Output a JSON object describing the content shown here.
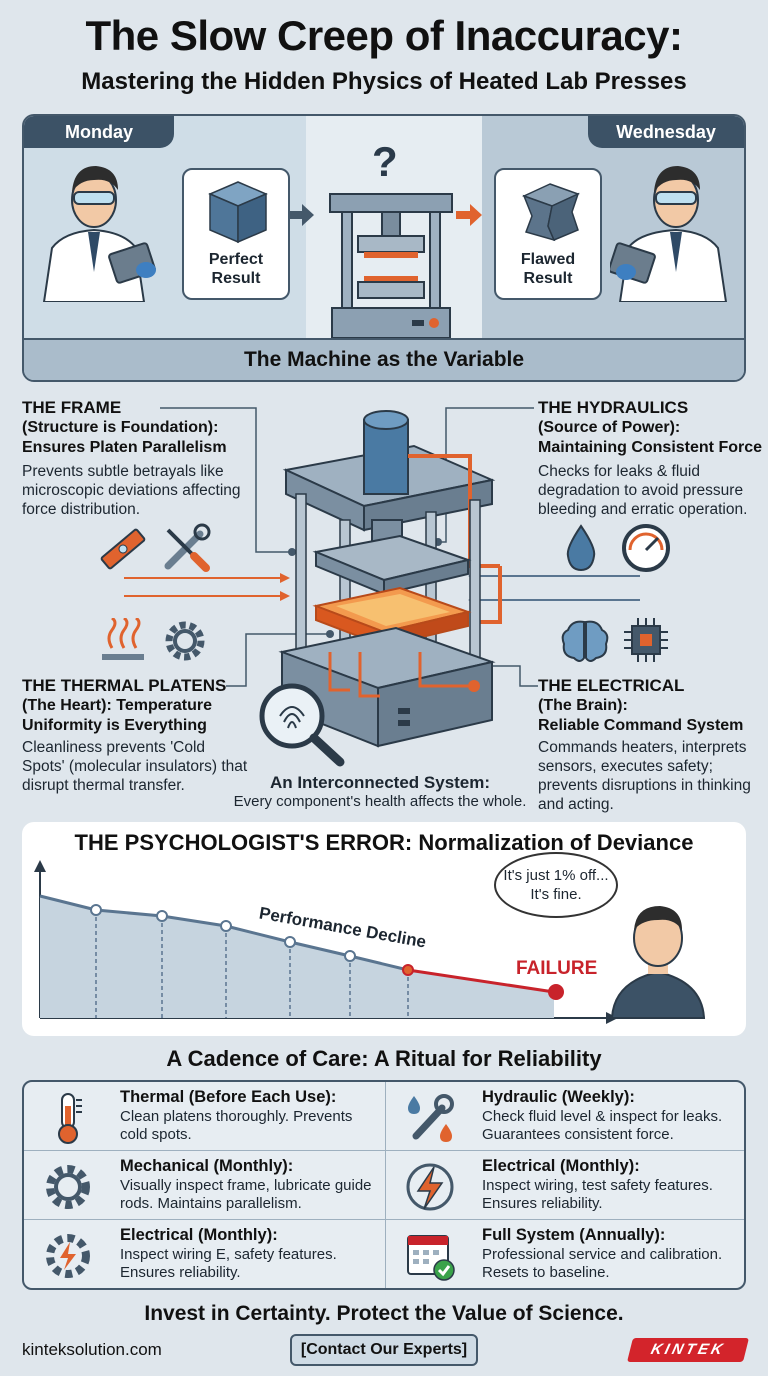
{
  "header": {
    "title": "The Slow Creep of Inaccuracy:",
    "subtitle": "Mastering the Hidden Physics of Heated Lab Presses"
  },
  "top_panel": {
    "day_left": "Monday",
    "day_right": "Wednesday",
    "result_left": "Perfect Result",
    "result_right": "Flawed Result",
    "question_mark": "?",
    "caption": "The Machine as the Variable"
  },
  "components": {
    "frame": {
      "title": "THE FRAME",
      "subtitle": "(Structure is Foundation):",
      "headline": "Ensures Platen Parallelism",
      "desc": "Prevents subtle betrayals like microscopic deviations affecting force distribution."
    },
    "hydraulics": {
      "title": "THE HYDRAULICS",
      "subtitle": "(Source of Power):",
      "headline": "Maintaining Consistent Force",
      "desc": "Checks for leaks & fluid degradation to avoid pressure bleeding and erratic operation."
    },
    "thermal": {
      "title": "THE THERMAL PLATENS",
      "subtitle": "(The Heart): Temperature",
      "headline": "Uniformity is Everything",
      "desc": "Cleanliness prevents 'Cold Spots' (molecular insulators) that disrupt thermal transfer."
    },
    "electrical": {
      "title": "THE ELECTRICAL",
      "subtitle": "(The Brain):",
      "headline": "Reliable Command System",
      "desc": "Commands heaters, interprets sensors, executes safety; prevents disruptions in thinking and acting."
    }
  },
  "interconnect": {
    "title": "An Interconnected System:",
    "desc": "Every component's health affects the whole."
  },
  "psychologist": {
    "title": "THE PSYCHOLOGIST'S ERROR: Normalization of Deviance",
    "curve_label": "Performance Decline",
    "failure_label": "FAILURE",
    "bubble_line1": "It's just 1% off...",
    "bubble_line2": "It's fine."
  },
  "cadence": {
    "title": "A Cadence of Care: A Ritual for Reliability",
    "items": [
      {
        "icon": "thermometer-icon",
        "heading": "Thermal (Before Each Use):",
        "desc": "Clean platens thoroughly. Prevents cold spots."
      },
      {
        "icon": "wrench-drops-icon",
        "heading": "Hydraulic (Weekly):",
        "desc": "Check fluid level & inspect for leaks. Guarantees consistent force."
      },
      {
        "icon": "gear-icon",
        "heading": "Mechanical (Monthly):",
        "desc": "Visually inspect frame, lubricate guide rods. Maintains parallelism."
      },
      {
        "icon": "lightning-icon",
        "heading": "Electrical (Monthly):",
        "desc": "Inspect wiring, test safety features. Ensures reliability."
      },
      {
        "icon": "gear-lightning-icon",
        "heading": "Electrical (Monthly):",
        "desc": "Inspect wiring E, safety features. Ensures reliability."
      },
      {
        "icon": "calendar-check-icon",
        "heading": "Full System (Annually):",
        "desc": "Professional service and calibration. Resets to baseline."
      }
    ]
  },
  "footer": {
    "invest": "Invest in Certainty. Protect the Value of Science.",
    "site": "kinteksolution.com",
    "contact": "[Contact Our Experts]",
    "logo": "KINTEK"
  },
  "colors": {
    "accent_red": "#d3242b",
    "accent_orange": "#e0632e",
    "navy": "#3c5266"
  }
}
